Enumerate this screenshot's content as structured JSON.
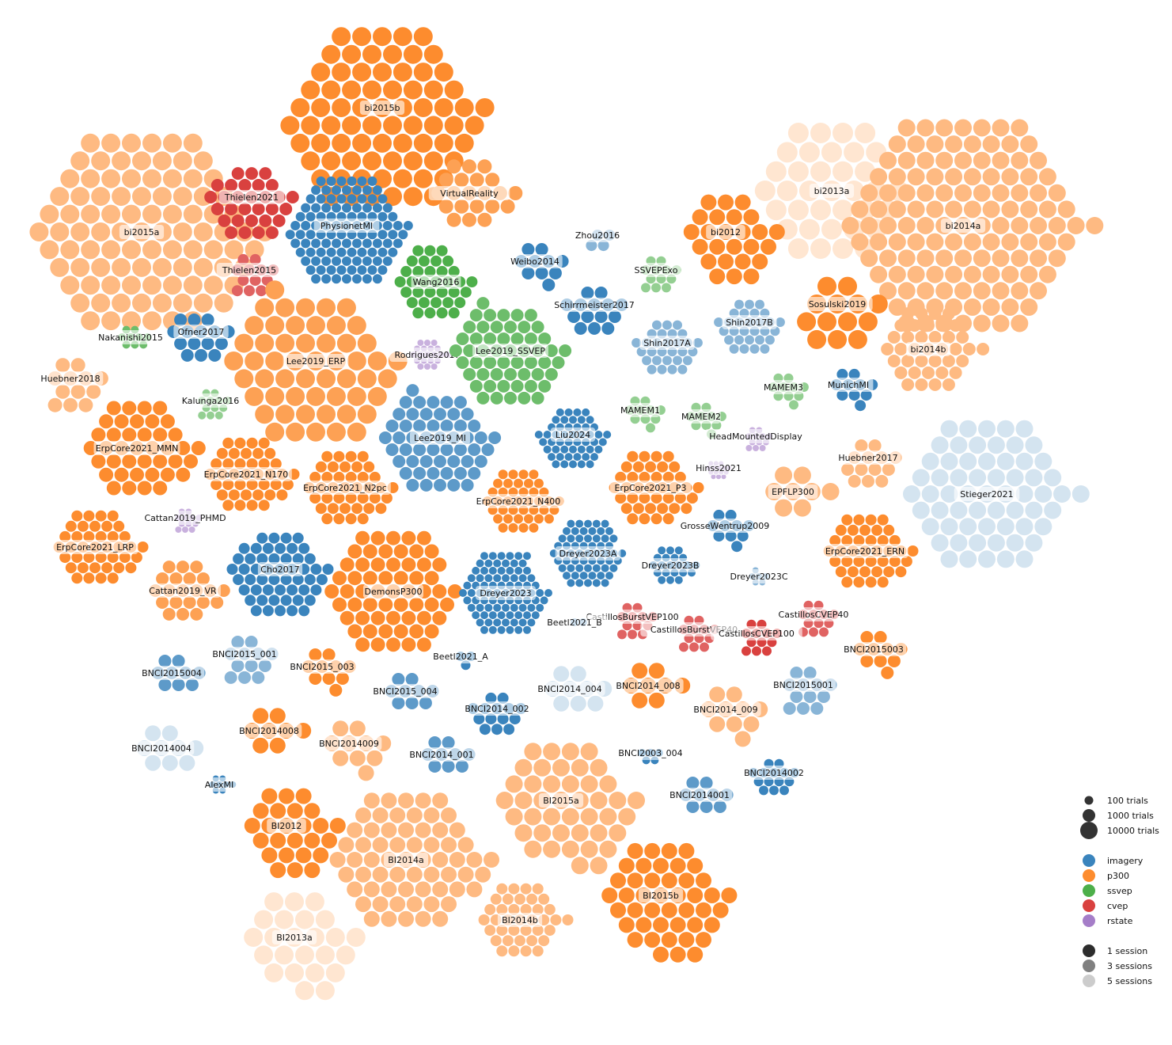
{
  "colors": {
    "imagery": "#3a84bd",
    "p300": "#fd8c2e",
    "ssvep": "#4daf4a",
    "cvep": "#d9413f",
    "rstate": "#a57dc8"
  },
  "chart_data": {
    "type": "bubble-cluster",
    "title": "",
    "legend": {
      "placement": "right",
      "trials": [
        "100 trials",
        "1000 trials",
        "10000 trials"
      ],
      "paradigms": [
        {
          "key": "imagery",
          "label": "imagery"
        },
        {
          "key": "p300",
          "label": "p300"
        },
        {
          "key": "ssvep",
          "label": "ssvep"
        },
        {
          "key": "cvep",
          "label": "cvep"
        },
        {
          "key": "rstate",
          "label": "rstate"
        }
      ],
      "sessions": [
        "1 session",
        "3 sessions",
        "5 sessions"
      ]
    },
    "datasets": [
      {
        "name": "bi2015b",
        "paradigm": "p300",
        "sessions": 1,
        "subjects": 76
      },
      {
        "name": "bi2015a",
        "paradigm": "p300",
        "sessions": 3,
        "subjects": 96
      },
      {
        "name": "Thielen2021",
        "paradigm": "cvep",
        "sessions": 1,
        "subjects": 30
      },
      {
        "name": "PhysionetMI",
        "paradigm": "imagery",
        "sessions": 1,
        "subjects": 109
      },
      {
        "name": "VirtualReality",
        "paradigm": "p300",
        "sessions": 2,
        "subjects": 21
      },
      {
        "name": "bi2013a",
        "paradigm": "p300",
        "sessions": 5,
        "subjects": 36
      },
      {
        "name": "bi2014a",
        "paradigm": "p300",
        "sessions": 3,
        "subjects": 128
      },
      {
        "name": "bi2012",
        "paradigm": "p300",
        "sessions": 1,
        "subjects": 25
      },
      {
        "name": "Zhou2016",
        "paradigm": "imagery",
        "sessions": 3,
        "subjects": 4
      },
      {
        "name": "Thielen2015",
        "paradigm": "cvep",
        "sessions": 2,
        "subjects": 12
      },
      {
        "name": "Weibo2014",
        "paradigm": "imagery",
        "sessions": 1,
        "subjects": 10
      },
      {
        "name": "SSVEPExo",
        "paradigm": "ssvep",
        "sessions": 3,
        "subjects": 12
      },
      {
        "name": "Wang2016",
        "paradigm": "ssvep",
        "sessions": 1,
        "subjects": 34
      },
      {
        "name": "Schirrmeister2017",
        "paradigm": "imagery",
        "sessions": 1,
        "subjects": 14
      },
      {
        "name": "Sosulski2019",
        "paradigm": "p300",
        "sessions": 1,
        "subjects": 13
      },
      {
        "name": "Shin2017B",
        "paradigm": "imagery",
        "sessions": 3,
        "subjects": 29
      },
      {
        "name": "Nakanishi2015",
        "paradigm": "ssvep",
        "sessions": 2,
        "subjects": 9
      },
      {
        "name": "Ofner2017",
        "paradigm": "imagery",
        "sessions": 1,
        "subjects": 15
      },
      {
        "name": "Lee2019_ERP",
        "paradigm": "p300",
        "sessions": 2,
        "subjects": 54
      },
      {
        "name": "Rodrigues2017",
        "paradigm": "rstate",
        "sessions": 3,
        "subjects": 20
      },
      {
        "name": "Lee2019_SSVEP",
        "paradigm": "ssvep",
        "sessions": 2,
        "subjects": 54
      },
      {
        "name": "Shin2017A",
        "paradigm": "imagery",
        "sessions": 3,
        "subjects": 29
      },
      {
        "name": "bi2014b",
        "paradigm": "p300",
        "sessions": 3,
        "subjects": 38
      },
      {
        "name": "Huebner2018",
        "paradigm": "p300",
        "sessions": 3,
        "subjects": 12
      },
      {
        "name": "Kalunga2016",
        "paradigm": "ssvep",
        "sessions": 3,
        "subjects": 12
      },
      {
        "name": "MAMEM3",
        "paradigm": "ssvep",
        "sessions": 3,
        "subjects": 10
      },
      {
        "name": "MunichMI",
        "paradigm": "imagery",
        "sessions": 1,
        "subjects": 10
      },
      {
        "name": "MAMEM1",
        "paradigm": "ssvep",
        "sessions": 3,
        "subjects": 10
      },
      {
        "name": "MAMEM2",
        "paradigm": "ssvep",
        "sessions": 3,
        "subjects": 10
      },
      {
        "name": "Lee2019_MI",
        "paradigm": "imagery",
        "sessions": 2,
        "subjects": 54
      },
      {
        "name": "Liu2024",
        "paradigm": "imagery",
        "sessions": 1,
        "subjects": 50
      },
      {
        "name": "HeadMountedDisplay",
        "paradigm": "rstate",
        "sessions": 3,
        "subjects": 12
      },
      {
        "name": "ErpCore2021_MMN",
        "paradigm": "p300",
        "sessions": 1,
        "subjects": 40
      },
      {
        "name": "Huebner2017",
        "paradigm": "p300",
        "sessions": 3,
        "subjects": 13
      },
      {
        "name": "ErpCore2021_N170",
        "paradigm": "p300",
        "sessions": 1,
        "subjects": 40
      },
      {
        "name": "ErpCore2021_N2pc",
        "paradigm": "p300",
        "sessions": 1,
        "subjects": 40
      },
      {
        "name": "ErpCore2021_P3",
        "paradigm": "p300",
        "sessions": 1,
        "subjects": 40
      },
      {
        "name": "Hinss2021",
        "paradigm": "rstate",
        "sessions": 3,
        "subjects": 15
      },
      {
        "name": "Stieger2021",
        "paradigm": "imagery",
        "sessions": 5,
        "subjects": 62
      },
      {
        "name": "ErpCore2021_N400",
        "paradigm": "p300",
        "sessions": 1,
        "subjects": 40
      },
      {
        "name": "EPFLP300",
        "paradigm": "p300",
        "sessions": 3,
        "subjects": 8
      },
      {
        "name": "Cattan2019_PHMD",
        "paradigm": "rstate",
        "sessions": 3,
        "subjects": 12
      },
      {
        "name": "GrosseWentrup2009",
        "paradigm": "imagery",
        "sessions": 1,
        "subjects": 10
      },
      {
        "name": "ErpCore2021_LRP",
        "paradigm": "p300",
        "sessions": 1,
        "subjects": 40
      },
      {
        "name": "ErpCore2021_ERN",
        "paradigm": "p300",
        "sessions": 1,
        "subjects": 40
      },
      {
        "name": "Dreyer2023A",
        "paradigm": "imagery",
        "sessions": 1,
        "subjects": 60
      },
      {
        "name": "Dreyer2023B",
        "paradigm": "imagery",
        "sessions": 1,
        "subjects": 21
      },
      {
        "name": "Cho2017",
        "paradigm": "imagery",
        "sessions": 1,
        "subjects": 52
      },
      {
        "name": "Cattan2019_VR",
        "paradigm": "p300",
        "sessions": 2,
        "subjects": 21
      },
      {
        "name": "DemonsP300",
        "paradigm": "p300",
        "sessions": 1,
        "subjects": 60
      },
      {
        "name": "Dreyer2023",
        "paradigm": "imagery",
        "sessions": 1,
        "subjects": 87
      },
      {
        "name": "Dreyer2023C",
        "paradigm": "imagery",
        "sessions": 3,
        "subjects": 6
      },
      {
        "name": "CastillosBurstVEP100",
        "paradigm": "cvep",
        "sessions": 2,
        "subjects": 12
      },
      {
        "name": "CastillosCVEP40",
        "paradigm": "cvep",
        "sessions": 2,
        "subjects": 12
      },
      {
        "name": "Beetl2021_B",
        "paradigm": "imagery",
        "sessions": 3,
        "subjects": 2
      },
      {
        "name": "CastillosBurstVEP40",
        "paradigm": "cvep",
        "sessions": 2,
        "subjects": 12
      },
      {
        "name": "CastillosCVEP100",
        "paradigm": "cvep",
        "sessions": 1,
        "subjects": 12
      },
      {
        "name": "BNCI2015_001",
        "paradigm": "imagery",
        "sessions": 3,
        "subjects": 12
      },
      {
        "name": "BNCI2015003",
        "paradigm": "p300",
        "sessions": 1,
        "subjects": 10
      },
      {
        "name": "BNCI2015_003",
        "paradigm": "p300",
        "sessions": 1,
        "subjects": 10
      },
      {
        "name": "Beetl2021_A",
        "paradigm": "imagery",
        "sessions": 1,
        "subjects": 3
      },
      {
        "name": "BNCI2015004",
        "paradigm": "imagery",
        "sessions": 2,
        "subjects": 9
      },
      {
        "name": "BNCI2015001",
        "paradigm": "imagery",
        "sessions": 3,
        "subjects": 12
      },
      {
        "name": "BNCI2014_004",
        "paradigm": "imagery",
        "sessions": 5,
        "subjects": 9
      },
      {
        "name": "BNCI2014_008",
        "paradigm": "p300",
        "sessions": 1,
        "subjects": 8
      },
      {
        "name": "BNCI2015_004",
        "paradigm": "imagery",
        "sessions": 2,
        "subjects": 9
      },
      {
        "name": "BNCI2014_002",
        "paradigm": "imagery",
        "sessions": 1,
        "subjects": 14
      },
      {
        "name": "BNCI2014_009",
        "paradigm": "p300",
        "sessions": 3,
        "subjects": 10
      },
      {
        "name": "BNCI2014008",
        "paradigm": "p300",
        "sessions": 1,
        "subjects": 8
      },
      {
        "name": "BNCI2014004",
        "paradigm": "imagery",
        "sessions": 5,
        "subjects": 9
      },
      {
        "name": "BNCI2014009",
        "paradigm": "p300",
        "sessions": 3,
        "subjects": 10
      },
      {
        "name": "BNCI2014_001",
        "paradigm": "imagery",
        "sessions": 2,
        "subjects": 9
      },
      {
        "name": "BI2015a",
        "paradigm": "p300",
        "sessions": 3,
        "subjects": 43
      },
      {
        "name": "BNCI2003_004",
        "paradigm": "imagery",
        "sessions": 1,
        "subjects": 5
      },
      {
        "name": "BNCI2014002",
        "paradigm": "imagery",
        "sessions": 1,
        "subjects": 14
      },
      {
        "name": "AlexMI",
        "paradigm": "imagery",
        "sessions": 1,
        "subjects": 8
      },
      {
        "name": "BNCI2014001",
        "paradigm": "imagery",
        "sessions": 2,
        "subjects": 9
      },
      {
        "name": "BI2012",
        "paradigm": "p300",
        "sessions": 1,
        "subjects": 25
      },
      {
        "name": "BI2014a",
        "paradigm": "p300",
        "sessions": 3,
        "subjects": 64
      },
      {
        "name": "BI2015b",
        "paradigm": "p300",
        "sessions": 1,
        "subjects": 44
      },
      {
        "name": "BI2014b",
        "paradigm": "p300",
        "sessions": 3,
        "subjects": 38
      },
      {
        "name": "BI2013a",
        "paradigm": "p300",
        "sessions": 5,
        "subjects": 24
      }
    ]
  }
}
